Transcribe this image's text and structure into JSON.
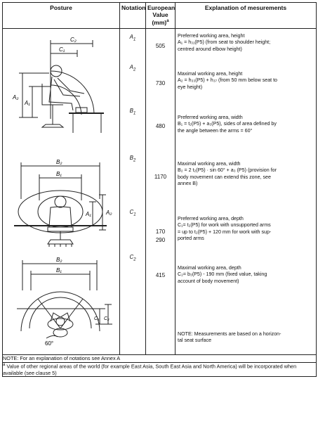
{
  "header": {
    "posture": "Posture",
    "notation": "Notation",
    "value_lines": [
      "European",
      "Value",
      "(mm)"
    ],
    "value_sup": "a",
    "explanation": "Explanation of mesurements"
  },
  "rows": [
    {
      "sym": "A",
      "sub": "1",
      "value": "505",
      "lines": [
        "Preferred working area, height",
        "A₁ = h₃₁(P5) (from seat to shoulder height;",
        "centred around elbow height)"
      ]
    },
    {
      "sym": "A",
      "sub": "2",
      "value": "730",
      "lines": [
        "Maximal working area, height",
        "A₂ = h₃₃(P5) + h₃₇ (from 50 mm below seat to",
        "eye height)"
      ]
    },
    {
      "sym": "B",
      "sub": "1",
      "value": "480",
      "lines": [
        "Preferred working area, width",
        "B₁ = t₂(P5) + a₃(P5), sides of area defined by",
        "the angle between the arms = 60°"
      ]
    },
    {
      "sym": "B",
      "sub": "2",
      "value": "1170",
      "lines": [
        "Maximal working area, width",
        "B₂ = 2 t₂(P5) · sin 60° + a₃ (P5)  (provision for",
        "body movement can extend this zone, see",
        "annex B)"
      ]
    },
    {
      "sym": "C",
      "sub": "1",
      "values": [
        "170",
        "290"
      ],
      "lines": [
        "Preferred working area, depth",
        "C₁= t₂(P5) for work with unsupported arms",
        "= up to t₂(P5) + 120 mm for work with sup-",
        "ported arms"
      ]
    },
    {
      "sym": "C",
      "sub": "2",
      "value": "415",
      "lines": [
        "Maximal working area, depth",
        "C₂= b₃(P5) - 190 mm (fixed value, taking",
        "account of body movement)"
      ]
    }
  ],
  "figure_labels": {
    "fig1": {
      "c2": "C₂",
      "c1": "C₁",
      "a2": "A₂",
      "a1": "A₁"
    },
    "fig2": {
      "b2": "B₂",
      "b1": "B₁",
      "a1": "A₁",
      "a2": "A₂"
    },
    "fig3": {
      "b2": "B₂",
      "b1": "B₁",
      "c1": "C₁",
      "c2": "C₂",
      "angle": "60°"
    }
  },
  "bottom_note": [
    "NOTE: Measurements are based on a horizon-",
    "tal seat surface"
  ],
  "notes": {
    "annex": "NOTE: For an explanation of notations see Annex A",
    "footnote_sup": "a",
    "footnote": " Value of other regional areas of the world (for example East Asia, South East Asia and North America) will be incorporated when available (see clause 5)"
  }
}
